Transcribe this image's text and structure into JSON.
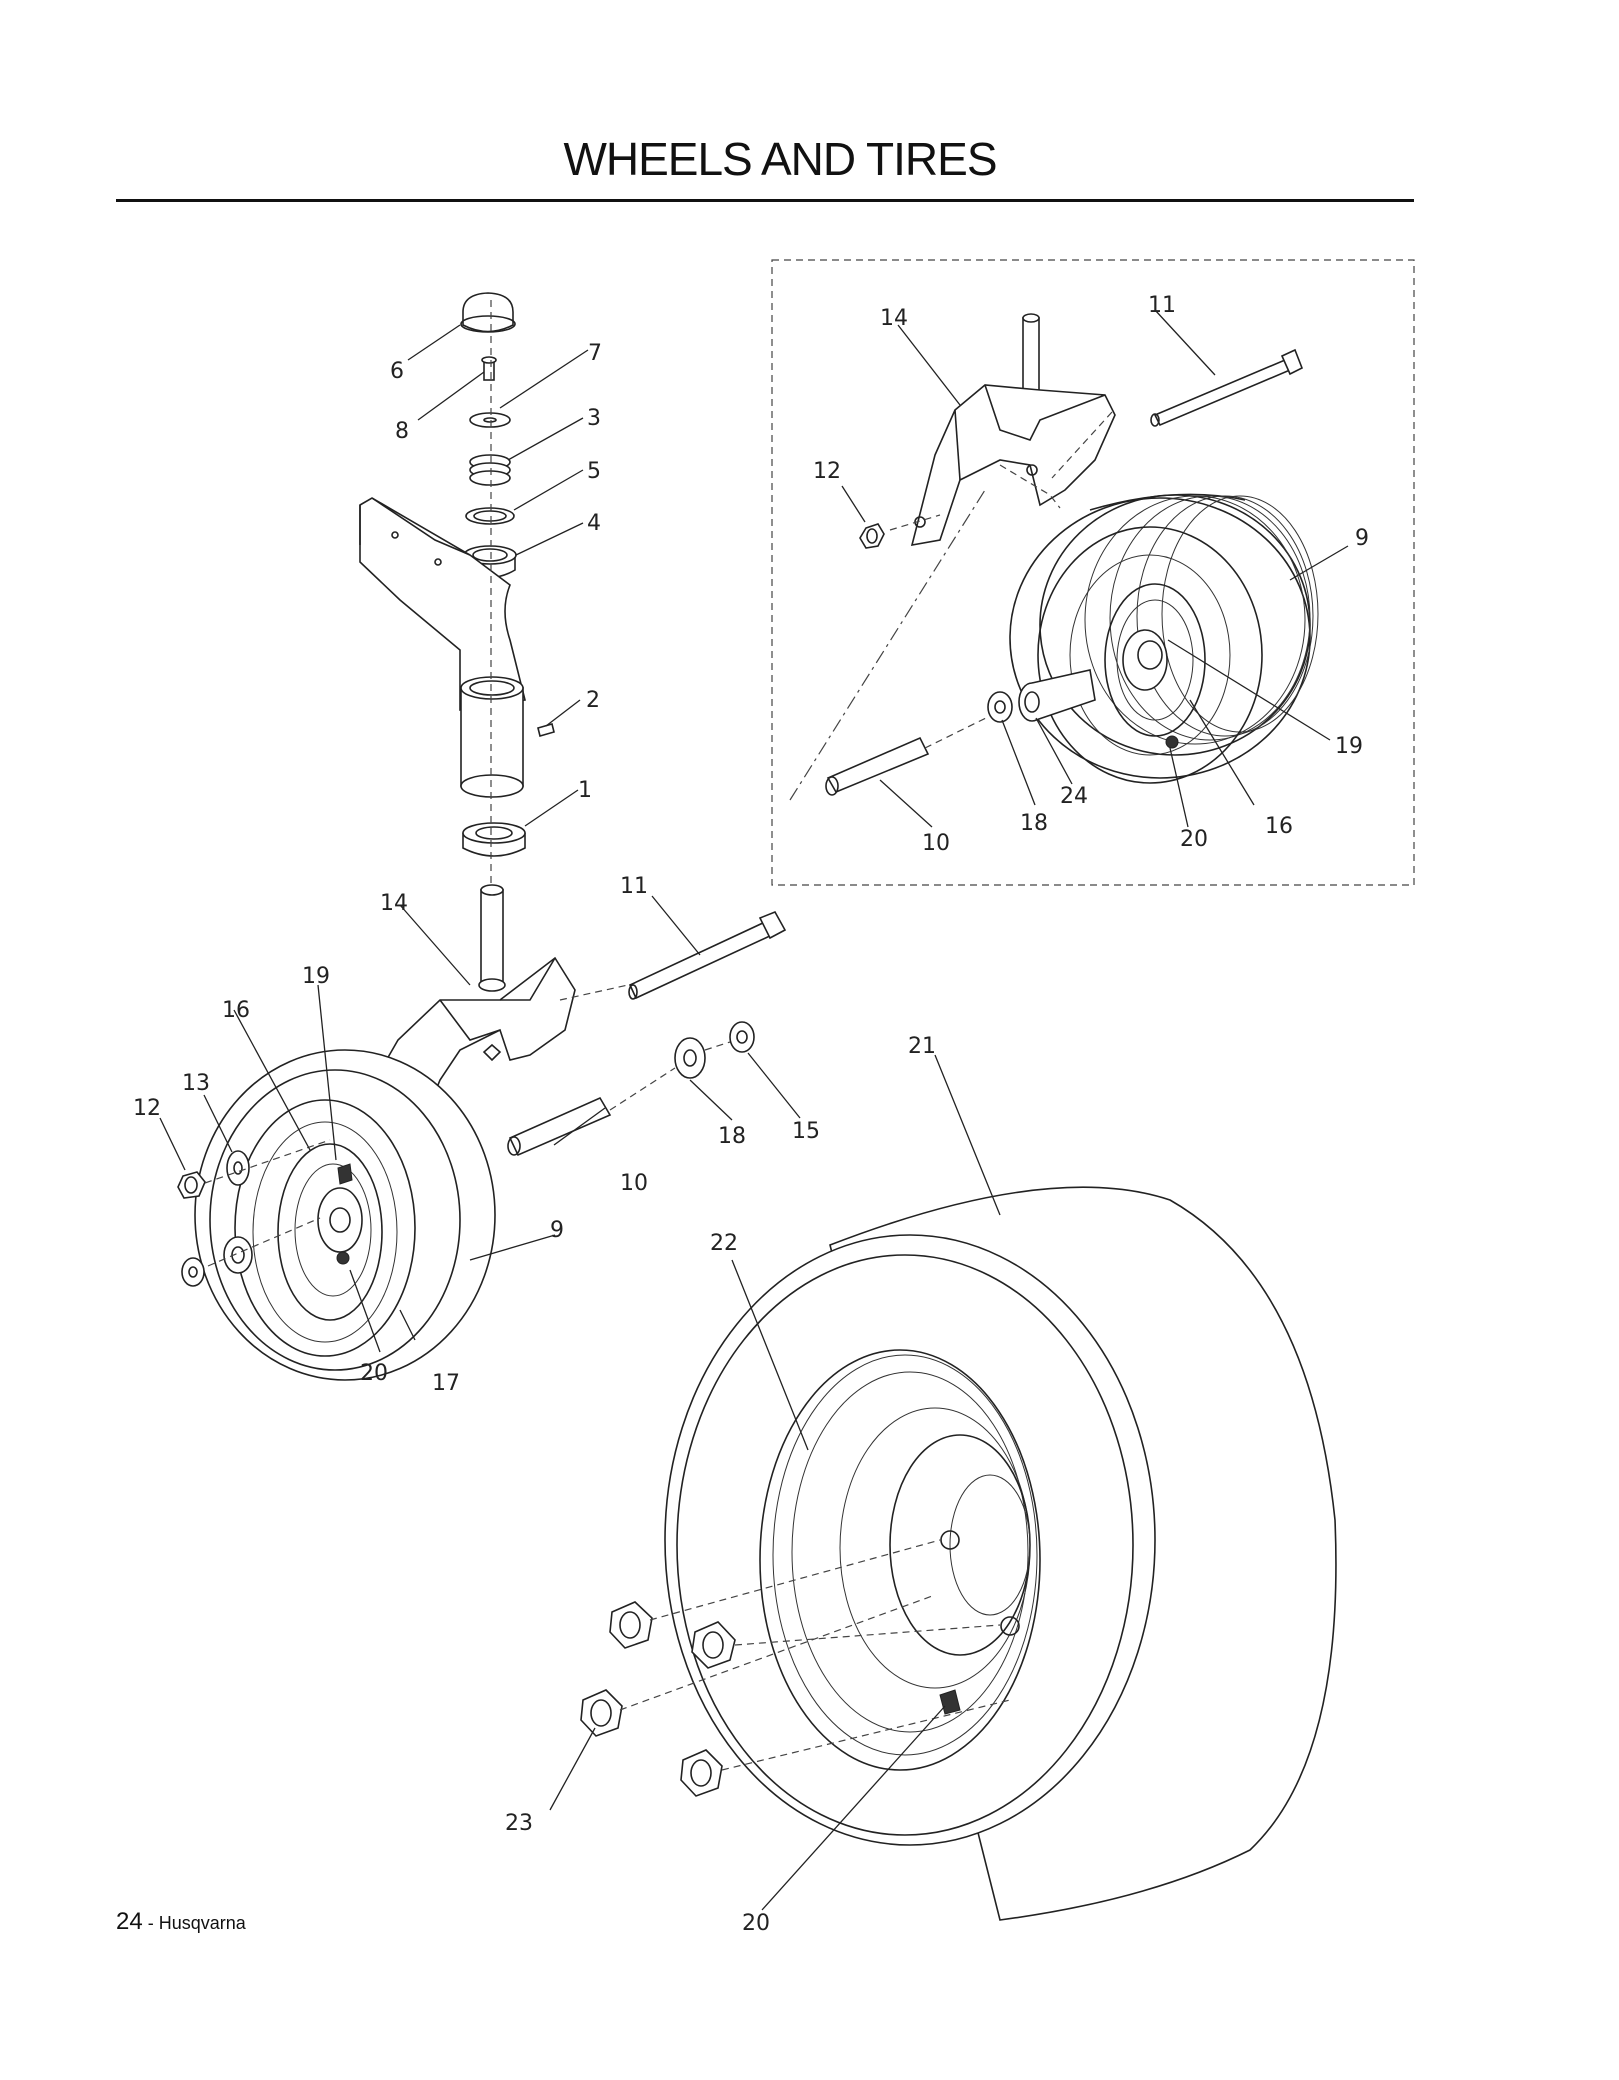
{
  "page": {
    "title": "WHEELS AND TIRES",
    "page_number": "24",
    "separator": " - ",
    "brand": "Husqvarna"
  },
  "callouts": {
    "left_assembly": [
      "6",
      "7",
      "8",
      "3",
      "5",
      "4",
      "2",
      "1",
      "14",
      "11",
      "19",
      "16",
      "13",
      "12",
      "18",
      "15",
      "10",
      "9",
      "20",
      "17"
    ],
    "inset_assembly": [
      "14",
      "11",
      "12",
      "9",
      "19",
      "24",
      "16",
      "18",
      "10",
      "20"
    ],
    "rear_wheel": [
      "21",
      "22",
      "23",
      "20"
    ]
  },
  "colors": {
    "line": "#222222",
    "background": "#ffffff"
  }
}
